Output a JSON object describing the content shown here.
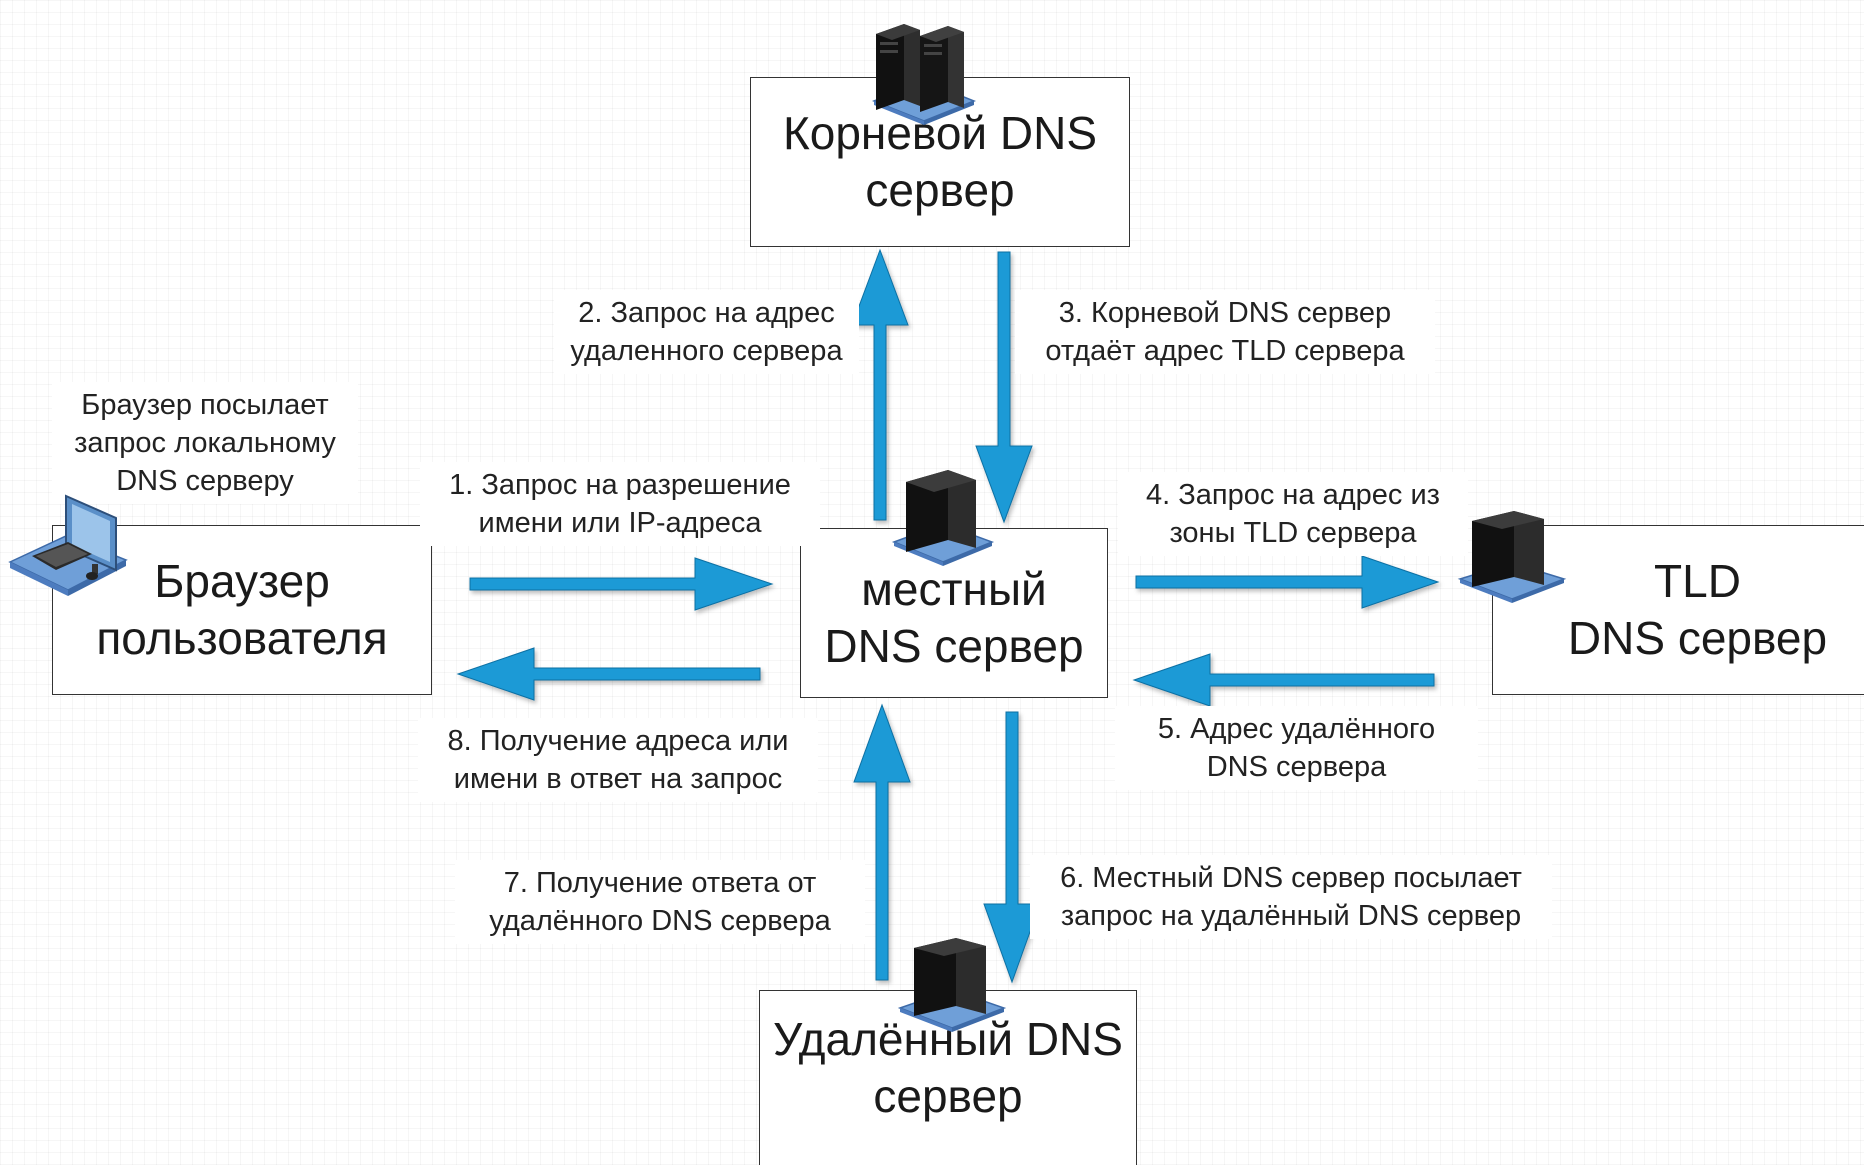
{
  "nodes": {
    "root": {
      "label": "Корневой DNS\nсервер"
    },
    "browser": {
      "label": "Браузер\nпользователя"
    },
    "local": {
      "label": "местный\nDNS сервер"
    },
    "tld": {
      "label": "TLD\nDNS сервер"
    },
    "remote": {
      "label": "Удалённый DNS\nсервер"
    }
  },
  "labels": {
    "browser_note": "Браузер посылает\nзапрос локальному\nDNS серверу",
    "step1": "1. Запрос на разрешение\nимени или IP-адреса",
    "step2": "2. Запрос на адрес\nудаленного сервера",
    "step3": "3. Корневой DNS сервер\nотдаёт адрес TLD сервера",
    "step4": "4. Запрос на адрес из\nзоны TLD сервера",
    "step5": "5. Адрес удалённого\nDNS сервера",
    "step6": "6. Местный DNS сервер посылает\nзапрос на удалённый DNS сервер",
    "step7": "7. Получение ответа от\nудалённого DNS сервера",
    "step8": "8. Получение адреса или\nимени в ответ на запрос"
  },
  "icons": {
    "root": "server-rack-icon",
    "local": "server-icon",
    "tld": "server-icon",
    "remote": "server-icon",
    "browser": "computer-workstation-icon"
  },
  "colors": {
    "arrow": "#1a9ad6",
    "arrow_outline": "#0b6fa3",
    "border": "#333333",
    "server_dark": "#1c1c1c",
    "platform": "#6f9fd8"
  }
}
